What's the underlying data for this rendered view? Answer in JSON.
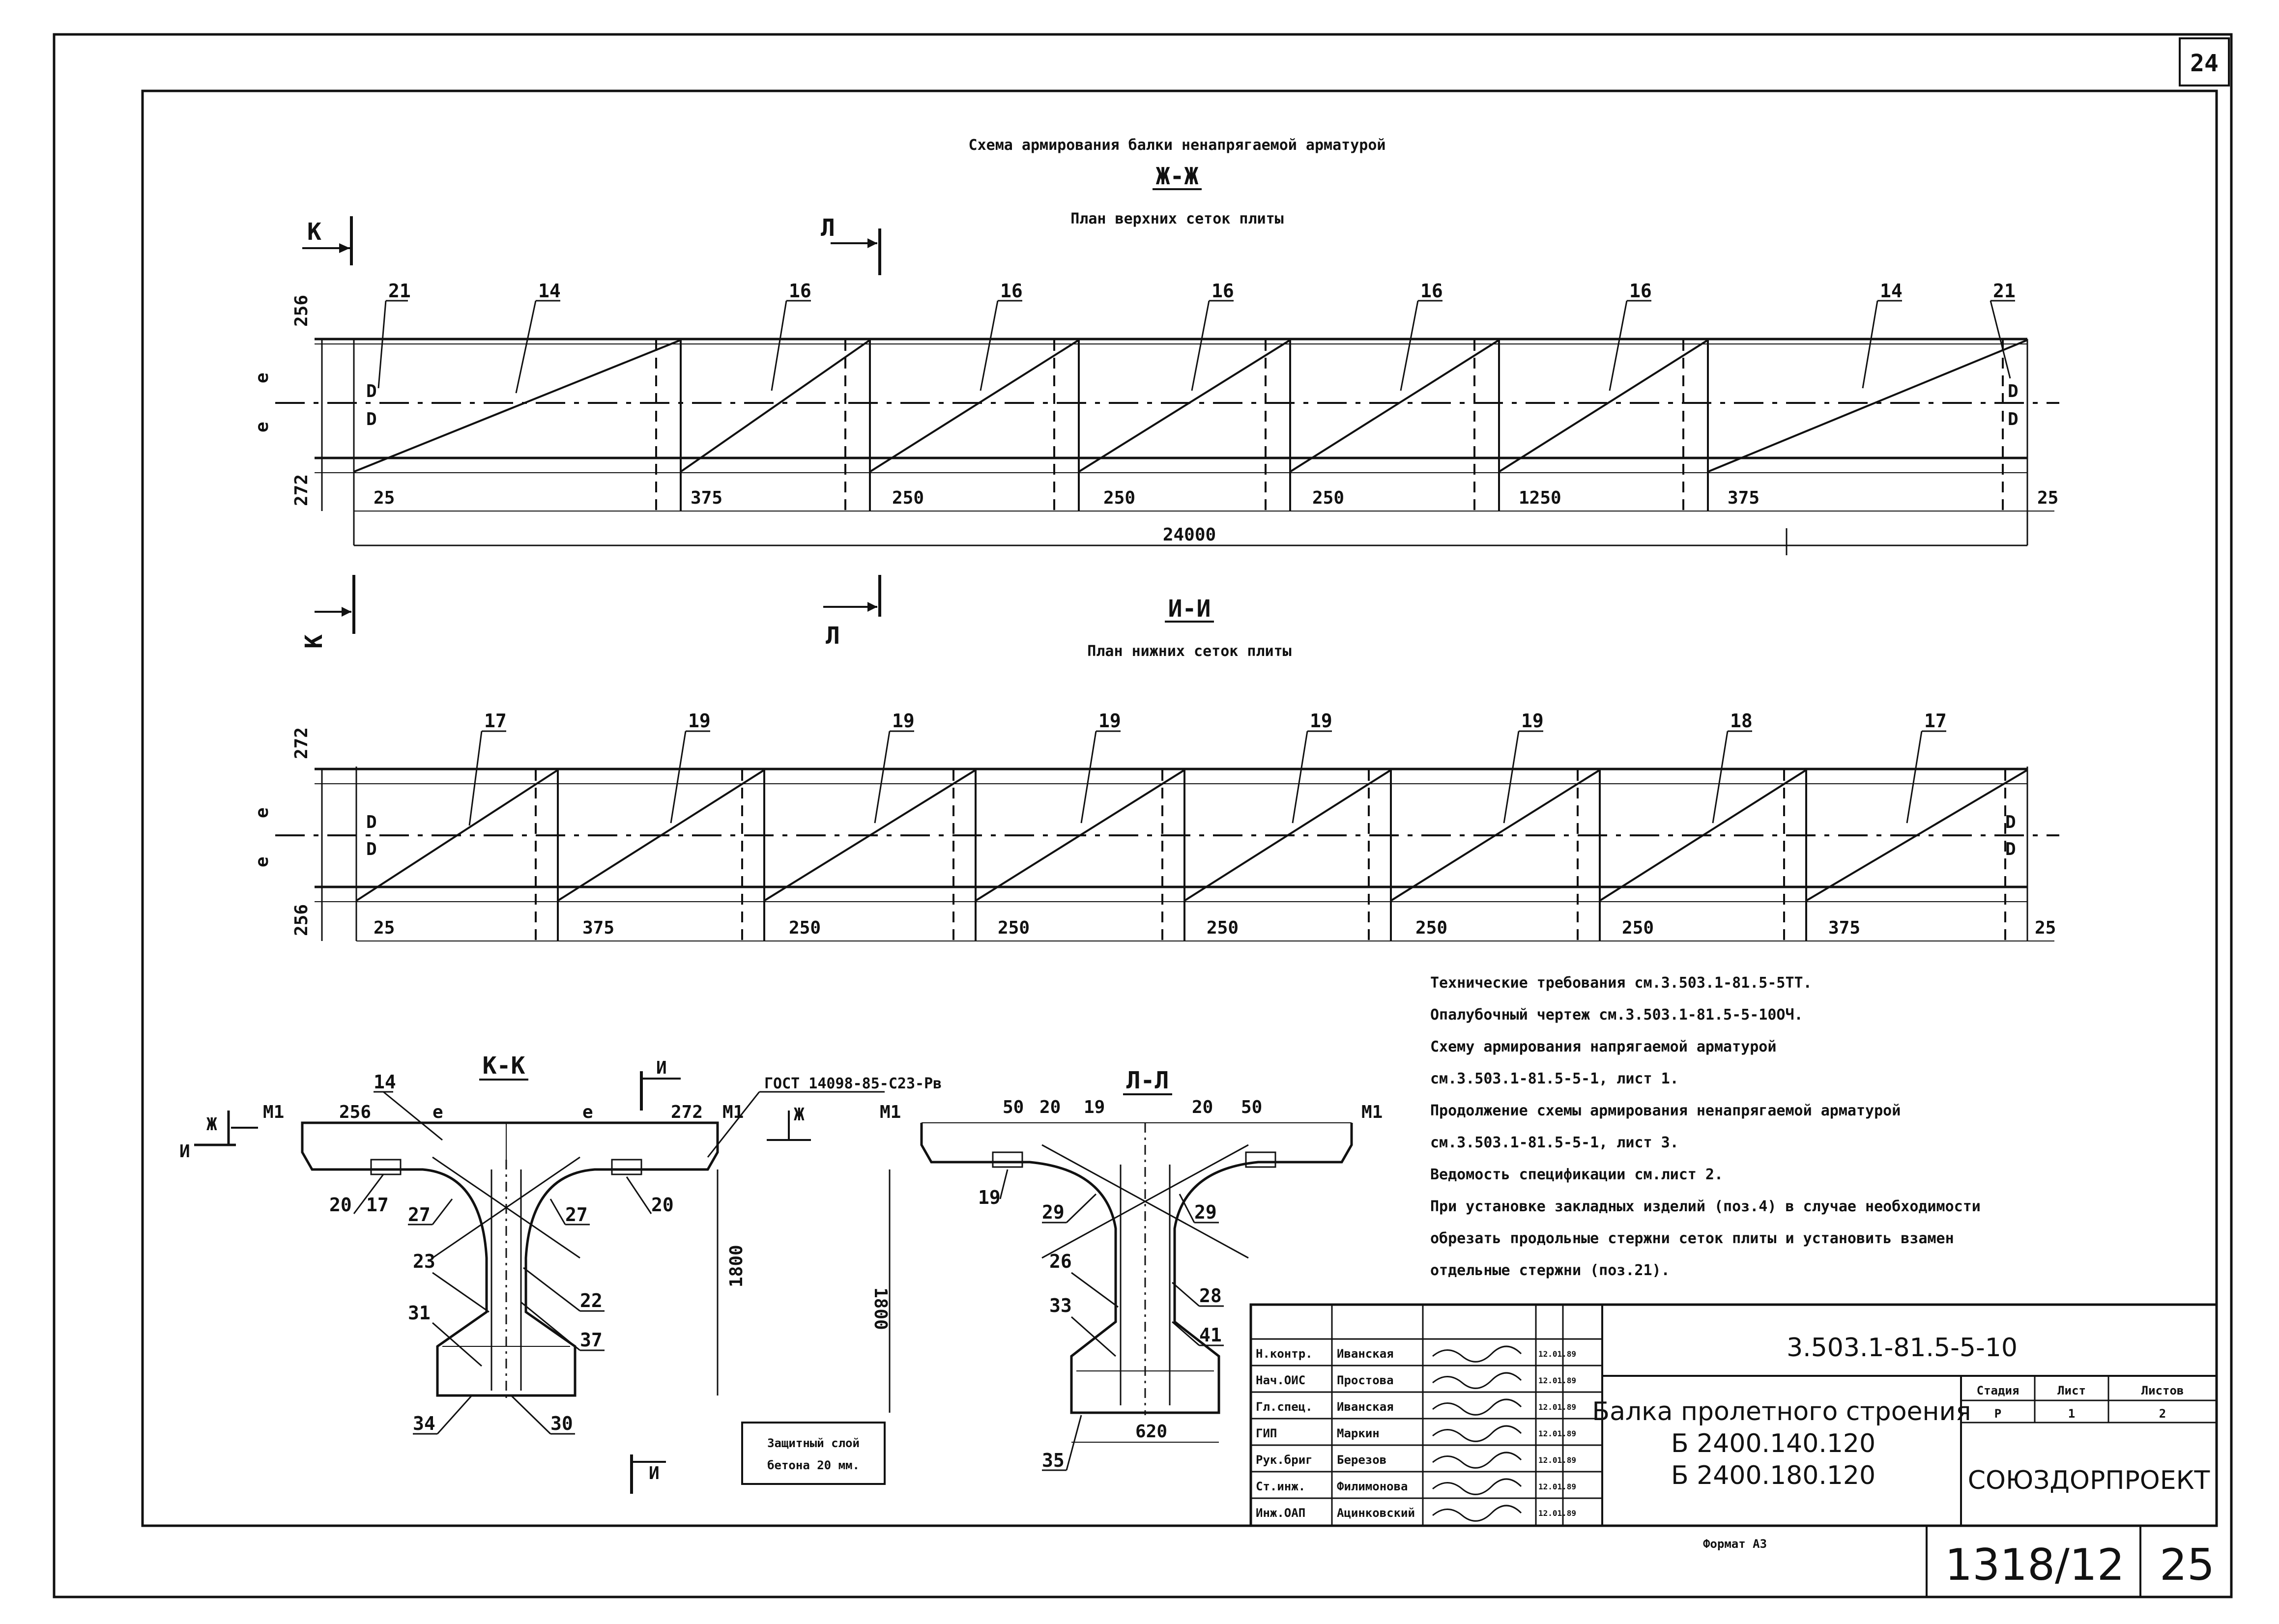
{
  "sheet": {
    "top_page_number": "24",
    "title": "Схема армирования балки ненапрягаемой арматурой",
    "bottom_page_number": "25",
    "inventory_number": "1318/12",
    "format": "Формат А3"
  },
  "plan_top": {
    "section_label": "Ж-Ж",
    "caption": "План верхних сеток плиты",
    "cut_marks": [
      "К",
      "Л"
    ],
    "bar_labels": [
      "21",
      "14",
      "16",
      "16",
      "16",
      "16",
      "16",
      "14",
      "21"
    ],
    "side_dims": [
      "256",
      "e",
      "e",
      "272"
    ],
    "bottom_dims": [
      "25",
      "375",
      "250",
      "250",
      "250",
      "1250",
      "375",
      "25"
    ],
    "overall_length": "24000",
    "end_marks": [
      "D",
      "D",
      "D",
      "D"
    ]
  },
  "plan_bottom": {
    "section_label": "И-И",
    "caption": "План нижних сеток плиты",
    "cut_marks": [
      "К",
      "Л"
    ],
    "bar_labels": [
      "17",
      "19",
      "19",
      "19",
      "19",
      "19",
      "18",
      "17"
    ],
    "side_dims": [
      "272",
      "e",
      "e",
      "256"
    ],
    "bottom_dims": [
      "25",
      "375",
      "250",
      "250",
      "250",
      "250",
      "250",
      "375",
      "25"
    ],
    "end_marks": [
      "D",
      "D",
      "D",
      "D"
    ]
  },
  "section_k": {
    "label": "К-К",
    "top_dims": [
      "256",
      "e",
      "e",
      "272"
    ],
    "leaders": [
      "14",
      "20",
      "17",
      "27",
      "27",
      "20",
      "23",
      "22",
      "31",
      "37",
      "34",
      "30"
    ],
    "mark_m1": "М1",
    "height": "1800",
    "gost": "ГОСТ 14098-85-С23-Рв",
    "cuts": [
      "Ж",
      "И",
      "Ж",
      "И",
      "И"
    ],
    "cover_note_line1": "Защитный слой",
    "cover_note_line2": "бетона 20 мм."
  },
  "section_l": {
    "label": "Л-Л",
    "top_dims": [
      "50",
      "20",
      "19",
      "20",
      "50"
    ],
    "leaders": [
      "19",
      "29",
      "29",
      "26",
      "28",
      "33",
      "41",
      "35"
    ],
    "mark_m1": "М1",
    "height": "1800",
    "bottom_width": "620"
  },
  "notes": [
    "Технические требования см.3.503.1-81.5-5ТТ.",
    "Опалубочный чертеж см.3.503.1-81.5-5-10ОЧ.",
    "Схему армирования напрягаемой арматурой",
    "см.3.503.1-81.5-5-1, лист 1.",
    "Продолжение схемы армирования ненапрягаемой арматурой",
    "см.3.503.1-81.5-5-1, лист 3.",
    "Ведомость спецификации см.лист 2.",
    "При установке закладных изделий (поз.4) в случае необходимости",
    "обрезать продольные стержни сеток плиты и установить взамен",
    "отдельные стержни (поз.21)."
  ],
  "title_block": {
    "doc_code": "3.503.1-81.5-5-10",
    "name_line1": "Балка пролетного строения",
    "name_line2": "Б 2400.140.120",
    "name_line3": "Б 2400.180.120",
    "col_stage": "Стадия",
    "col_sheet": "Лист",
    "col_sheets": "Листов",
    "stage": "Р",
    "sheet_no": "1",
    "sheets_total": "2",
    "company": "СОЮЗДОРПРОЕКТ",
    "roles": [
      {
        "role": "Н.контр.",
        "name": "Иванская",
        "date": "12.01.89"
      },
      {
        "role": "Нач.ОИС",
        "name": "Простова",
        "date": "12.01.89"
      },
      {
        "role": "Гл.спец.",
        "name": "Иванская",
        "date": "12.01.89"
      },
      {
        "role": "ГИП",
        "name": "Маркин",
        "date": "12.01.89"
      },
      {
        "role": "Рук.бриг",
        "name": "Березов",
        "date": "12.01.89"
      },
      {
        "role": "Ст.инж.",
        "name": "Филимонова",
        "date": "12.01.89"
      },
      {
        "role": "Инж.ОАП",
        "name": "Ацинковский",
        "date": "12.01.89"
      }
    ]
  }
}
